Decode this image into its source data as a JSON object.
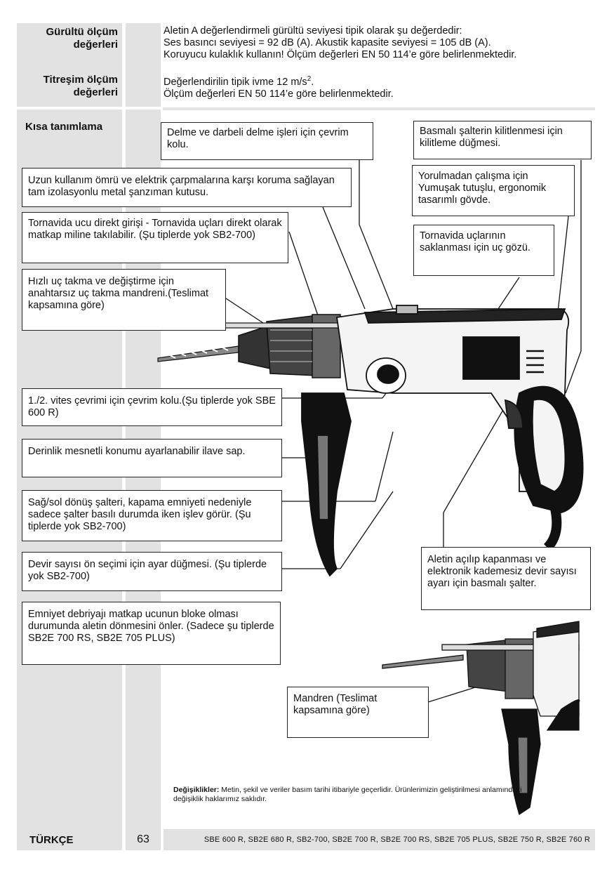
{
  "header": {
    "noise_label": "Gürültü ölçüm değerleri",
    "noise_line1": "Aletin A değerlendirmeli gürültü seviyesi tipik olarak şu değerdedir:",
    "noise_line2": "Ses basıncı seviyesi = 92 dB (A). Akustik kapasite seviyesi = 105 dB (A).",
    "noise_line3": "Koruyucu kulaklık kullanın! Ölçüm değerleri EN 50 114’e göre belirlenmektedir.",
    "vibration_label": "Titreşim ölçüm değerleri",
    "vibration_line1_prefix": "Değerlendirilin tipik ivme 12 m/s",
    "vibration_line1_sup": "2",
    "vibration_line1_suffix": ".",
    "vibration_line2": "Ölçüm değerleri EN 50 114’e göre belirlenmektedir."
  },
  "section_title": "Kısa tanımlama",
  "callouts": {
    "gear_lever": "Delme ve darbeli delme işleri için çevrim kolu.",
    "lock_button": "Basmalı şalterin kilitlenmesi için kilitleme düğmesi.",
    "gearbox": "Uzun kullanım ömrü ve elektrik çarpmalarına karşı koruma sağlayan tam izolasyonlu metal şanzıman kutusu.",
    "soft_grip": "Yorulmadan çalışma için Yumuşak tutuşlu, ergonomik tasarımlı gövde.",
    "screwdriver_entry": "Tornavida ucu direkt girişi - Tornavida uçları direkt olarak matkap miline takılabilir. (Şu tiplerde yok SB2-700)",
    "bit_storage": "Tornavida uçlarının saklanması için uç gözü.",
    "keyless_chuck": "Hızlı uç takma ve değiştirme için anahtarsız uç takma mandreni.(Teslimat kapsamına göre)",
    "speed_lever": "1./2. vites çevrimi için çevrim kolu.(Şu tiplerde yok SBE 600 R)",
    "aux_handle": "Derinlik mesnetli  konumu ayarlanabilir ilave sap.",
    "reverse_switch": "Sağ/sol dönüş şalteri, kapama emniyeti nedeniyle sadece şalter basılı durumda iken işlev görür. (Şu tiplerde yok SB2-700)",
    "speed_preset": "Devir sayısı ön seçimi için ayar düğmesi. (Şu tiplerde yok SB2-700)",
    "trigger": "Aletin açılıp kapanması ve elektronik kademesiz devir sayısı ayarı için basmalı şalter.",
    "clutch": "Emniyet debriyajı matkap ucunun bloke olması durumunda aletin dönmesini önler. (Sadece şu tiplerde SB2E 700 RS, SB2E 705 PLUS)",
    "chuck": "Mandren (Teslimat kapsamına göre)"
  },
  "note": {
    "bold": "Değişiklikler:",
    "text": " Metin, şekil ve veriler basım tarihi itibariyle geçerlidir. Ürünlerimizin geliştirilmesi anlamındaki değişiklik haklarımız saklıdır."
  },
  "footer": {
    "language": "TÜRKÇE",
    "page_number": "63",
    "models": "SBE 600 R, SB2E 680 R, SB2-700, SB2E 700 R, SB2E 700 RS, SB2E 705 PLUS, SB2E 750 R, SB2E 760 R"
  }
}
